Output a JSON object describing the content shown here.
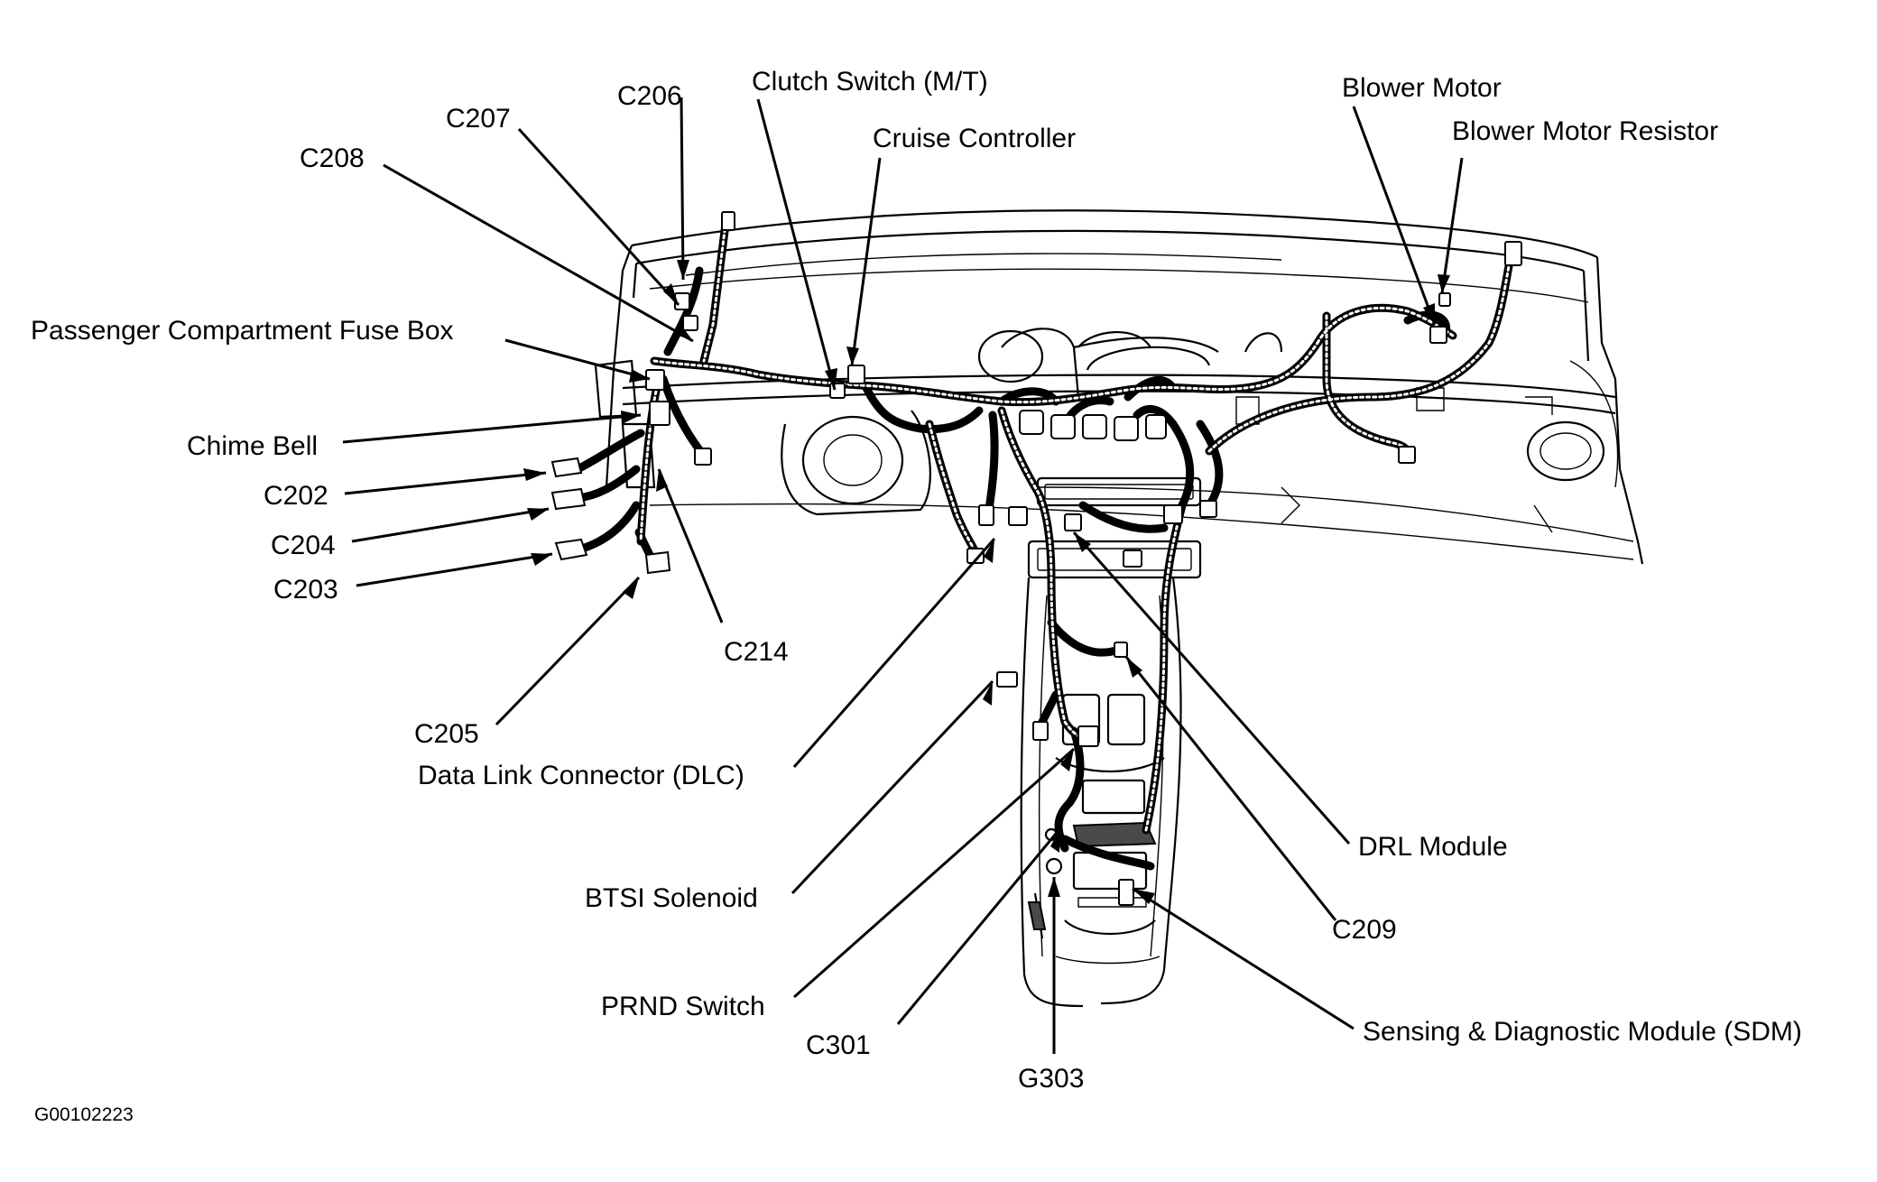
{
  "figure_id": "G00102223",
  "callouts": {
    "c206": "C206",
    "c207": "C207",
    "c208": "C208",
    "passenger_fuse_box": "Passenger Compartment Fuse Box",
    "chime_bell": "Chime Bell",
    "c202": "C202",
    "c204": "C204",
    "c203": "C203",
    "c214": "C214",
    "c205": "C205",
    "dlc": "Data Link Connector (DLC)",
    "btsi_solenoid": "BTSI Solenoid",
    "prnd_switch": "PRND Switch",
    "c301": "C301",
    "g303": "G303",
    "clutch_switch": "Clutch Switch (M/T)",
    "cruise_controller": "Cruise Controller",
    "blower_motor": "Blower Motor",
    "blower_motor_resistor": "Blower Motor Resistor",
    "drl_module": "DRL Module",
    "c209": "C209",
    "sdm": "Sensing & Diagnostic Module (SDM)"
  },
  "colors": {
    "line": "#000000",
    "background": "#ffffff"
  }
}
